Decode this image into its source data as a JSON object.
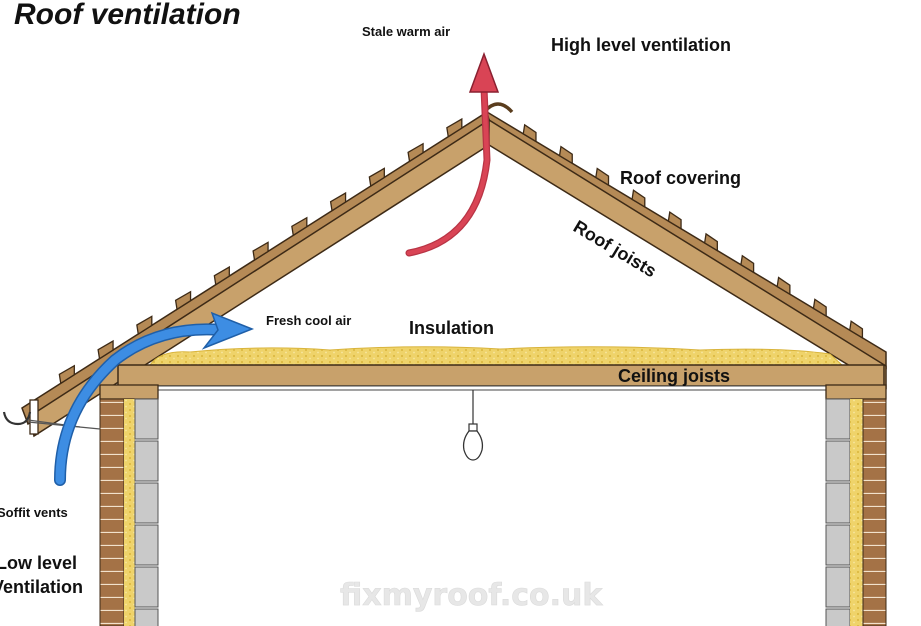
{
  "title": "Roof ventilation",
  "labels": {
    "stale_warm_air": "Stale warm air",
    "high_level_ventilation": "High level ventilation",
    "roof_covering": "Roof covering",
    "roof_joists": "Roof joists",
    "fresh_cool_air": "Fresh cool air",
    "insulation": "Insulation",
    "ceiling_joists": "Ceiling joists",
    "soffit_vents": "Soffit vents",
    "low_level_ventilation_line1": "Low level",
    "low_level_ventilation_line2": "Ventilation"
  },
  "watermark": "fixmyroof.co.uk",
  "colors": {
    "timber": "#c8a16b",
    "tile": "#b58a56",
    "timber_outline": "#3d2a16",
    "insulation": "#efd36a",
    "brick": "#a47246",
    "block": "#c9c9c9",
    "warm_air_arrow": "#d94455",
    "cool_air_arrow": "#3d8de3"
  },
  "icons": [
    "light-bulb-icon",
    "gutter-icon",
    "ridge-vent-icon",
    "warm-air-arrow-icon",
    "cool-air-arrow-icon"
  ]
}
